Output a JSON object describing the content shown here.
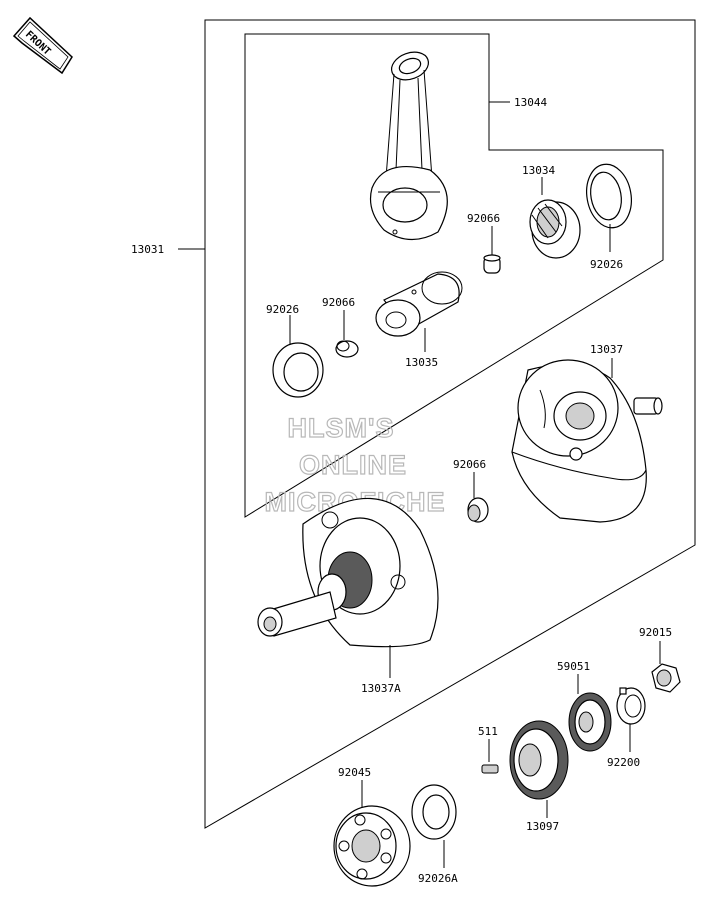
{
  "front_badge": {
    "text": "FRONT"
  },
  "watermark": {
    "line1": "HLSM'S",
    "line2": "ONLINE",
    "line3": "MICROFICHE"
  },
  "labels": {
    "p13031": "13031",
    "p13044": "13044",
    "p13034": "13034",
    "p92066_a": "92066",
    "p92026_a": "92026",
    "p92026_b": "92026",
    "p92066_b": "92066",
    "p13035": "13035",
    "p13037": "13037",
    "p92066_c": "92066",
    "p13037A": "13037A",
    "p92015": "92015",
    "p59051": "59051",
    "p511": "511",
    "p92200": "92200",
    "p92045": "92045",
    "p13097": "13097",
    "p92026A": "92026A"
  }
}
